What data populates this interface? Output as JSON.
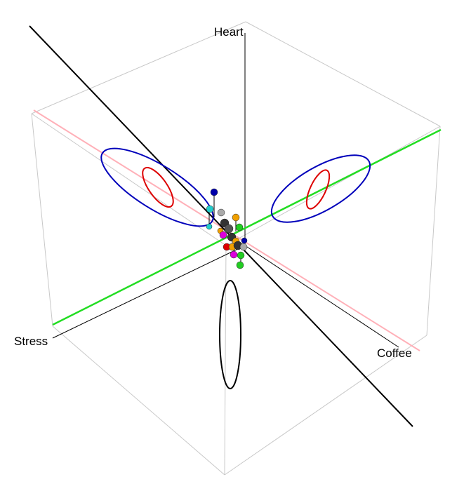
{
  "axis_labels": {
    "y": "Heart",
    "x": "Stress",
    "z": "Coffee"
  },
  "colors": {
    "background": "#ffffff",
    "box_edges": "#c8c8c8",
    "axes": "#000000",
    "regression_line": "#000000",
    "line_green": "#22dd22",
    "line_pink": "#ffb0b8",
    "ellipse_outer": "#0000bb",
    "ellipse_inner": "#dd0000",
    "ellipse_floor": "#000000"
  },
  "points": {
    "colors": [
      "#0000aa",
      "#22cccc",
      "#aaaaaa",
      "#f0a000",
      "#dd00dd",
      "#22cc22",
      "#dd0000",
      "#333333",
      "#555555"
    ]
  }
}
